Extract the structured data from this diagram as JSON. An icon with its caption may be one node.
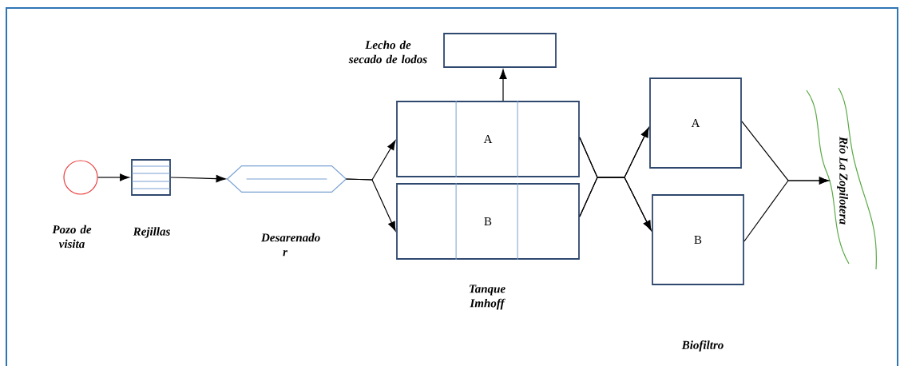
{
  "diagram": {
    "nodes": [
      {
        "text": [],
        "shape": "circle",
        "beside": [
          "Pozo de visita"
        ]
      },
      {
        "text": [],
        "shape": "box",
        "beside": [
          "Rejillas"
        ]
      },
      {
        "text": [],
        "shape": "hexagon",
        "beside": [
          "Desarenado r"
        ]
      },
      {
        "text": [],
        "shape": "box",
        "beside": [
          "Lecho de secado de lodos"
        ]
      },
      {
        "text": [
          "A"
        ]
      },
      {
        "text": [
          "B"
        ]
      },
      {
        "text": [
          "A"
        ]
      },
      {
        "text": [
          "B"
        ]
      },
      {
        "text": [
          "Río La Zopilotera"
        ]
      }
    ],
    "edges": [
      {
        "from": 0,
        "to": 1,
        "arrow": "to"
      },
      {
        "from": 1,
        "to": 2,
        "arrow": "to"
      },
      {
        "from": 2,
        "to": 4,
        "arrow": "to"
      },
      {
        "from": 2,
        "to": 5,
        "arrow": "to"
      },
      {
        "from": 4,
        "to": 3,
        "arrow": "to"
      },
      {
        "from": 4,
        "to": 6,
        "arrow": "to"
      },
      {
        "from": 4,
        "to": 7,
        "arrow": "to"
      },
      {
        "from": 5,
        "to": 6,
        "arrow": "to"
      },
      {
        "from": 5,
        "to": 7,
        "arrow": "to"
      },
      {
        "from": 6,
        "to": 8,
        "arrow": "to"
      },
      {
        "from": 7,
        "to": 8,
        "arrow": "to"
      }
    ],
    "labels": [
      "Tanque Imhoff",
      "Biofiltro"
    ]
  }
}
